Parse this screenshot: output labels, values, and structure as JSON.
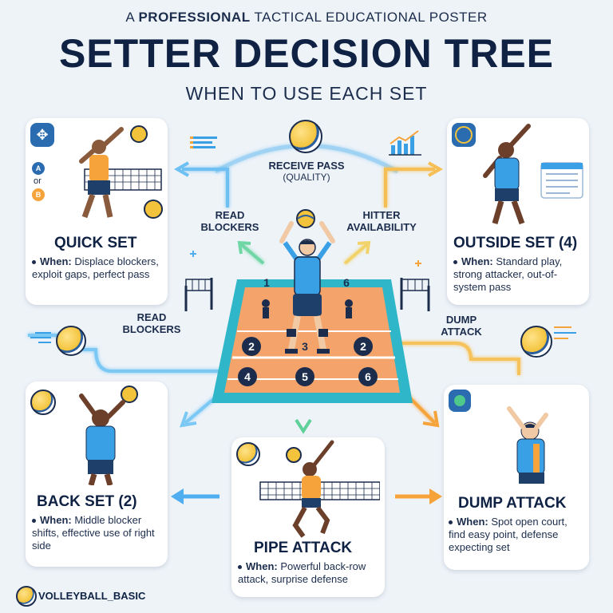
{
  "header": {
    "title_prefix": "A ",
    "title_bold": "PROFESSIONAL",
    "title_suffix": " TACTICAL EDUCATIONAL POSTER",
    "main_title": "SETTER DECISION TREE",
    "subtitle": "WHEN TO USE EACH SET"
  },
  "center": {
    "receive_pass": "RECEIVE PASS",
    "receive_pass_sub": "(QUALITY)",
    "read_blockers_top": "READ BLOCKERS",
    "hitter_availability": "HITTER AVAILABILITY",
    "read_blockers_left": "READ BLOCKERS",
    "dump_attack_label": "DUMP ATTACK"
  },
  "court": {
    "zones": [
      "1",
      "6",
      "2",
      "3",
      "2",
      "4",
      "5",
      "6"
    ]
  },
  "cards": {
    "quick_set": {
      "title": "QUICK SET",
      "when": "When:",
      "text": "Displace blockers, exploit gaps, perfect pass",
      "a": "A",
      "or": "or",
      "b": "B"
    },
    "outside_set": {
      "title": "OUTSIDE SET (4)",
      "when": "When:",
      "text": "Standard play, strong attacker, out-of-system pass"
    },
    "back_set": {
      "title": "BACK SET (2)",
      "when": "When:",
      "text": "Middle blocker shifts, effective use of right side"
    },
    "pipe_attack": {
      "title": "PIPE ATTACK",
      "when": "When:",
      "text": "Powerful back-row attack, surprise defense"
    },
    "dump_attack": {
      "title": "DUMP ATTACK",
      "when": "When:",
      "text": "Spot open court, find easy point, defense expecting set"
    }
  },
  "footer": {
    "brand": "VOLLEYBALL_BASIC"
  },
  "colors": {
    "navy": "#0f2244",
    "blue": "#3aa0e6",
    "orange": "#f5a33a",
    "green": "#4fc98a",
    "ball_yellow": "#f3c33b",
    "court_orange": "#f4a46a",
    "court_teal": "#2fb6c8"
  }
}
